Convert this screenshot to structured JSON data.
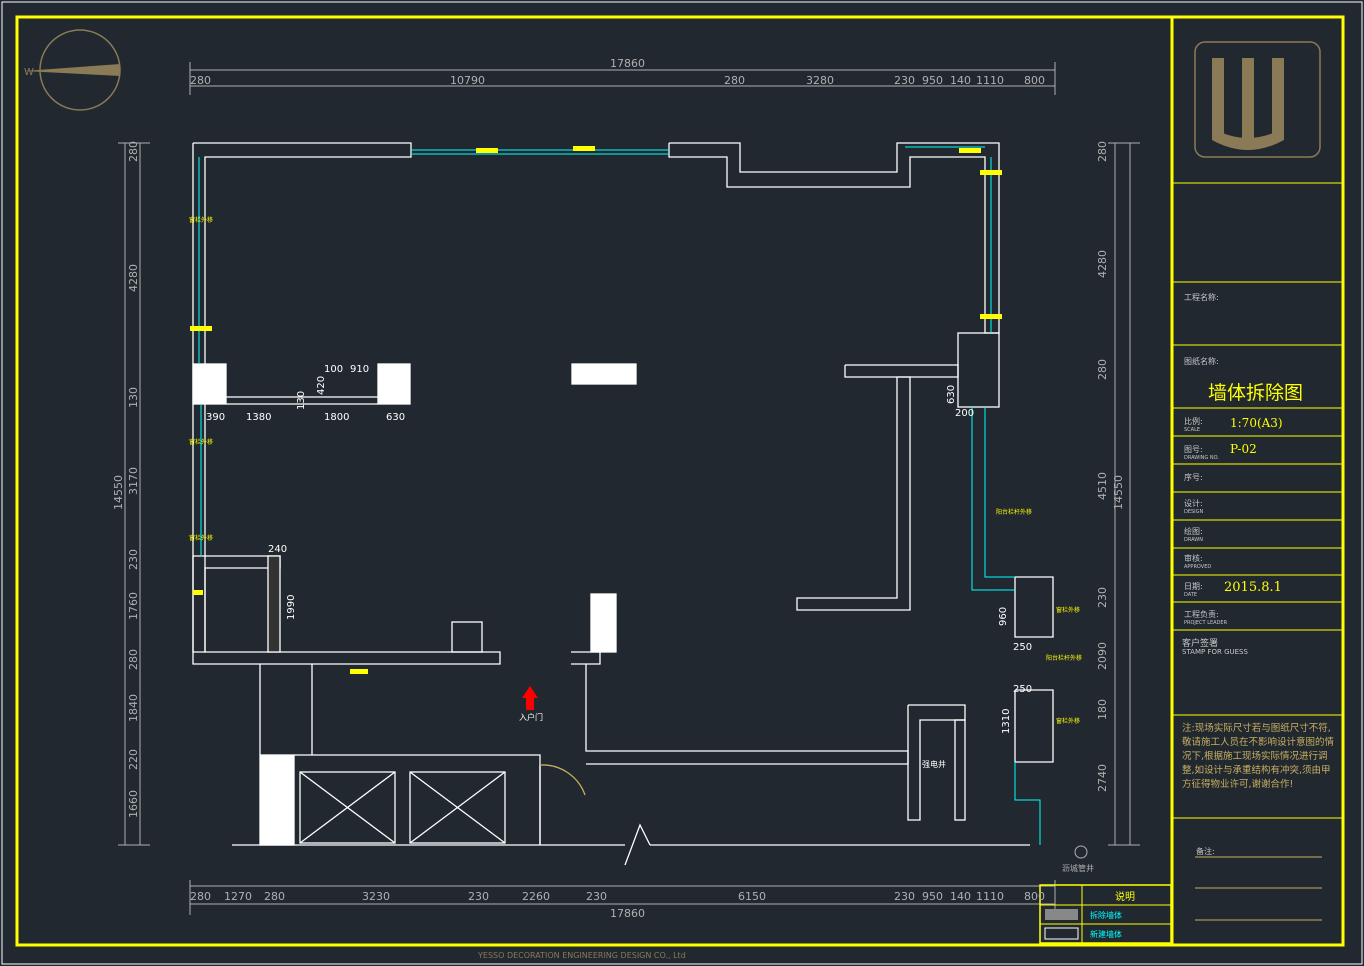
{
  "dims": {
    "top_total": "17860",
    "top_segments": [
      "280",
      "10790",
      "280",
      "3280",
      "230",
      "950",
      "140",
      "1110",
      "800"
    ],
    "bottom_total": "17860",
    "bottom_segments": [
      "280",
      "1270",
      "280",
      "3230",
      "230",
      "2260",
      "230",
      "6150",
      "230",
      "950",
      "140",
      "1110",
      "800"
    ],
    "left_total": "14550",
    "left_segments": [
      "280",
      "4280",
      "130",
      "3170",
      "230",
      "1760",
      "280",
      "1840",
      "220",
      "1660"
    ],
    "right_total": "14550",
    "right_segments": [
      "280",
      "4280",
      "280",
      "4510",
      "230",
      "2090",
      "180",
      "2740"
    ],
    "inner": {
      "d100": "100",
      "d910": "910",
      "d420": "420",
      "d130": "130",
      "d390": "390",
      "d1380": "1380",
      "d1800": "1800",
      "d630": "630",
      "d240": "240",
      "d1990": "1990",
      "d630b": "630",
      "d200": "200",
      "d960": "960",
      "d250a": "250",
      "d250b": "250",
      "d1310": "1310"
    }
  },
  "labels": {
    "entrance": "入户门",
    "elec_shaft": "强电井",
    "pipe_note": "沥城管井",
    "balcony_a": "阳台栏杆外移",
    "balcony_b": "阳台栏杆外移",
    "tag_a": "窗栏外移",
    "tag_b": "窗栏外移",
    "tag_c": "窗栏外移",
    "tag_d": "窗栏外移",
    "tag_e": "窗栏外移"
  },
  "title_block": {
    "project_name_label": "工程名称:",
    "drawing_name_label": "图纸名称:",
    "drawing_title": "墙体拆除图",
    "scale_label": "比例:",
    "scale_label_en": "SCALE",
    "scale_value": "1:70(A3)",
    "drawing_no_label": "图号:",
    "drawing_no_label_en": "DRAWING NO.",
    "drawing_no_value": "P-02",
    "seq_label": "序号:",
    "design_label": "设计:",
    "design_label_en": "DESIGN",
    "draw_label": "绘图:",
    "draw_label_en": "DRAWN",
    "approve_label": "审核:",
    "approve_label_en": "APPROVED",
    "date_label": "日期:",
    "date_label_en": "DATE",
    "date_value": "2015.8.1",
    "leader_label": "工程负责:",
    "leader_label_en": "PROJECT LEADER",
    "client_label": "客户签署",
    "client_label_en": "STAMP FOR GUESS",
    "note": "注:现场实际尺寸若与图纸尺寸不符,敬请施工人员在不影响设计意图的情况下,根据施工现场实际情况进行调整,如设计与承重结构有冲突,须由甲方征得物业许可,谢谢合作!",
    "remarks_label": "备注:"
  },
  "legend": {
    "title": "说明",
    "row1": "拆除墙体",
    "row2": "新建墙体"
  },
  "footer": "YESSO DECORATION ENGINEERING DESIGN CO., Ltd",
  "colors": {
    "background": "#212830",
    "frame": "#ffff00",
    "wall": "#ffffff",
    "window": "#00ffff",
    "dimension": "#b0b0b0",
    "accent": "#ff0000",
    "logo": "#8a7a55"
  }
}
